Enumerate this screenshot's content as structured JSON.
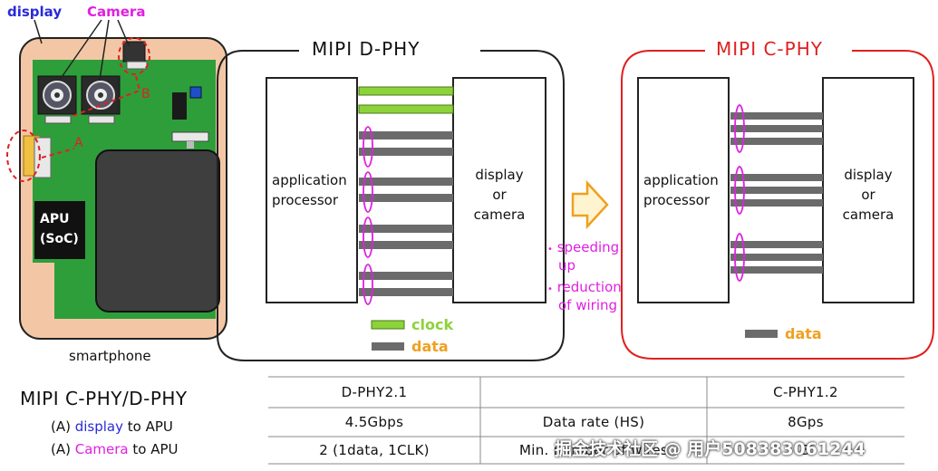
{
  "phone": {
    "display_label": "display",
    "camera_label": "Camera",
    "marker_a": "A",
    "marker_b": "B",
    "soc_line1": "APU",
    "soc_line2": "(SoC)",
    "caption": "smartphone"
  },
  "left_text": {
    "title": "MIPI C-PHY/D-PHY",
    "line_a_prefix": "(A) ",
    "line_a_highlight": "display",
    "line_a_suffix": " to APU",
    "line_b_prefix": "(A) ",
    "line_b_highlight": "Camera",
    "line_b_suffix": " to APU"
  },
  "dphy": {
    "title": "MIPI D-PHY",
    "left_box_line1": "application",
    "left_box_line2": "processor",
    "right_box_line1": "display",
    "right_box_line2": "or",
    "right_box_line3": "camera",
    "legend_clock": "clock",
    "legend_data": "data"
  },
  "cphy": {
    "title": "MIPI C-PHY",
    "left_box_line1": "application",
    "left_box_line2": "processor",
    "right_box_line1": "display",
    "right_box_line2": "or",
    "right_box_line3": "camera",
    "legend_data": "data"
  },
  "benefits": {
    "item1_line1": "speeding",
    "item1_line2": "up",
    "item2_line1": "reduction",
    "item2_line2": "of wiring"
  },
  "table": {
    "header_left": "D-PHY2.1",
    "header_mid": "",
    "header_right": "C-PHY1.2",
    "rows": [
      {
        "left": "4.5Gbps",
        "mid": "Data rate (HS)",
        "right": "8Gps"
      },
      {
        "left": "2 (1data, 1CLK)",
        "mid": "Min. number of wires",
        "right": "3"
      }
    ]
  },
  "watermark": "掘金技术社区 @ 用户508383061244",
  "colors": {
    "blue_text": "#2a2ad8",
    "magenta": "#e020e0",
    "red": "#e02020",
    "green": "#8cd33a",
    "orange": "#f0a020",
    "pcb": "#2e9e3a",
    "phone_body": "#f3c7a6",
    "wire_gray": "#6b6b6b"
  }
}
